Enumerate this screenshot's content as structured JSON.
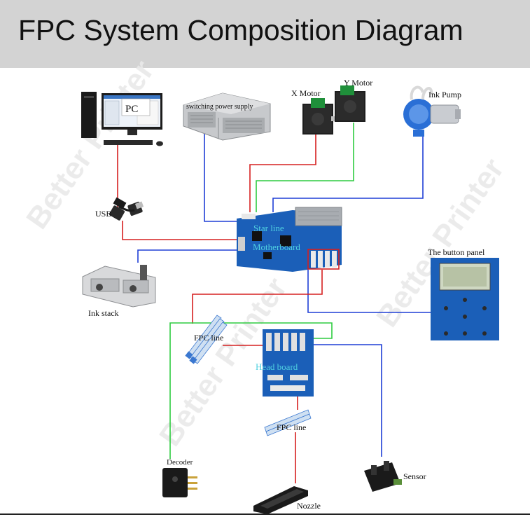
{
  "title": "FPC System Composition Diagram",
  "labels": {
    "pc": "PC",
    "power": "switching power supply",
    "x_motor": "X Motor",
    "y_motor": "Y Motor",
    "ink_pump": "Ink Pump",
    "usb": "USB",
    "star_line": "Star line",
    "motherboard": "Motherboard",
    "button_panel": "The button panel",
    "ink_stack": "Ink stack",
    "fpc_line_1": "FPC line",
    "head_board": "Head board",
    "fpc_line_2": "FPC line",
    "decoder": "Decoder",
    "sensor": "Sensor",
    "nozzle": "Nozzle"
  },
  "watermark": "Better Printer",
  "colors": {
    "red": "#d62020",
    "blue": "#1f3fd6",
    "green": "#2ecc40",
    "board_blue": "#1b5fb8",
    "header_bg": "#d3d3d3"
  }
}
